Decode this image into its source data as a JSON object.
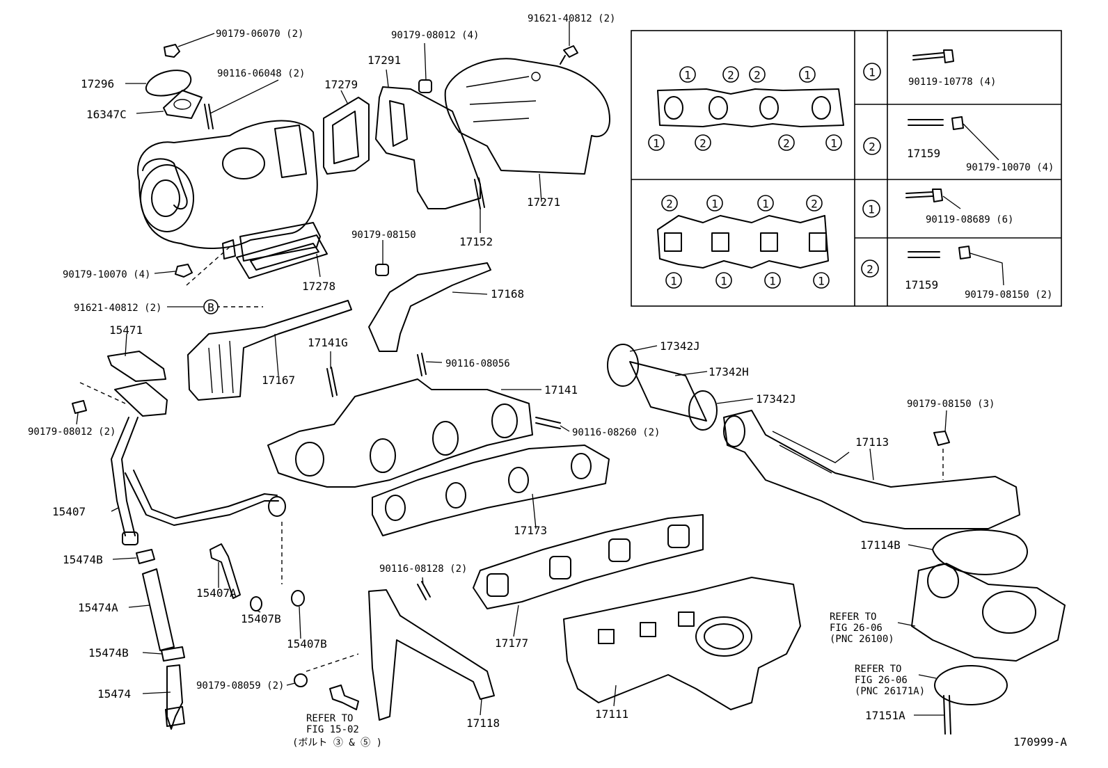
{
  "diagram": {
    "figure_id": "170999-A",
    "part_labels": {
      "p90179_06070": "90179-06070 (2)",
      "p17296": "17296",
      "p90116_06048": "90116-06048 (2)",
      "p16347C": "16347C",
      "p17279": "17279",
      "p17291": "17291",
      "p90179_08012_4": "90179-08012 (4)",
      "p91621_40812_top": "91621-40812 (2)",
      "p17271": "17271",
      "p17152": "17152",
      "p90179_08150": "90179-08150",
      "p90179_10070_4": "90179-10070 (4)",
      "p17278": "17278",
      "p91621_40812_mid": "91621-40812 (2)",
      "p_B": "B",
      "p17168": "17168",
      "p15471": "15471",
      "p17167": "17167",
      "p17141G": "17141G",
      "p90116_08056": "90116-08056",
      "p17141": "17141",
      "p90179_08012_2": "90179-08012 (2)",
      "p90116_08260": "90116-08260 (2)",
      "p17173": "17173",
      "p15407": "15407",
      "p15474B_top": "15474B",
      "p15407A": "15407A",
      "p15407B_1": "15407B",
      "p15407B_2": "15407B",
      "p15474A": "15474A",
      "p15474B_bot": "15474B",
      "p15474": "15474",
      "p90179_08059": "90179-08059 (2)",
      "p90116_08128": "90116-08128 (2)",
      "p17177": "17177",
      "p17118": "17118",
      "p17111": "17111",
      "p17342J_top": "17342J",
      "p17342H": "17342H",
      "p17342J_bot": "17342J",
      "p90179_08150_3": "90179-08150 (3)",
      "p17113": "17113",
      "p17114B": "17114B",
      "p17151A": "17151A"
    },
    "refer_notes": {
      "ref1": [
        "REFER TO",
        "FIG 15-02",
        "(ボルト ③ & ⑤ )"
      ],
      "ref2": [
        "REFER TO",
        "FIG 26-06",
        "(PNC 26100)"
      ],
      "ref3": [
        "REFER TO",
        "FIG 26-06",
        "(PNC 26171A)"
      ]
    },
    "legend": {
      "upper": {
        "gasket_marks_top": [
          "1",
          "2",
          "2",
          "1"
        ],
        "gasket_marks_bottom": [
          "1",
          "2",
          "2",
          "1"
        ],
        "rows": [
          {
            "key": "1",
            "parts": [
              "90119-10778 (4)"
            ]
          },
          {
            "key": "2",
            "parts": [
              "17159",
              "90179-10070 (4)"
            ]
          }
        ]
      },
      "lower": {
        "gasket_marks_top": [
          "2",
          "1",
          "1",
          "2"
        ],
        "gasket_marks_bottom": [
          "1",
          "1",
          "1",
          "1"
        ],
        "rows": [
          {
            "key": "1",
            "parts": [
              "90119-08689 (6)"
            ]
          },
          {
            "key": "2",
            "parts": [
              "17159",
              "90179-08150 (2)"
            ]
          }
        ]
      }
    }
  }
}
